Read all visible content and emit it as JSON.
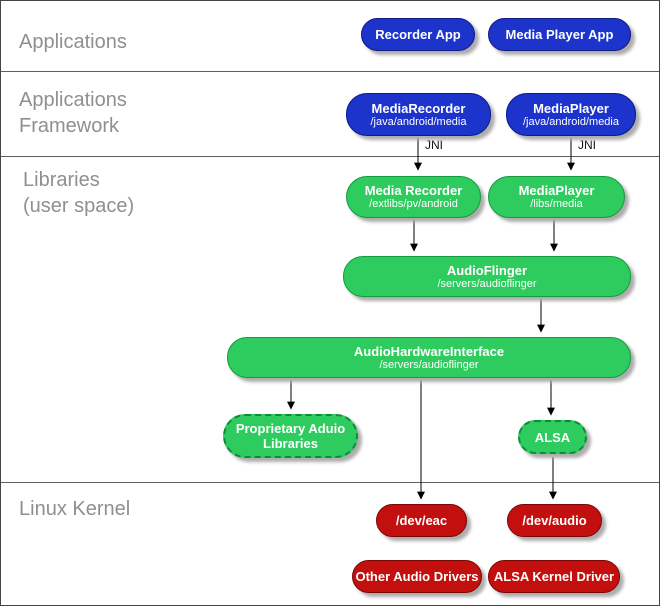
{
  "layers": [
    {
      "label": "Applications"
    },
    {
      "label": "Applications\n Framework"
    },
    {
      "label": " Libraries\n(user space)"
    },
    {
      "label": "Linux Kernel"
    }
  ],
  "jni": {
    "left": "JNI",
    "right": "JNI"
  },
  "nodes": {
    "recorder_app": {
      "title": "Recorder App"
    },
    "media_player_app": {
      "title": "Media Player App"
    },
    "media_recorder_framework": {
      "title": "MediaRecorder",
      "subtitle": "/java/android/media"
    },
    "media_player_framework": {
      "title": "MediaPlayer",
      "subtitle": "/java/android/media"
    },
    "media_recorder_lib": {
      "title": "Media Recorder",
      "subtitle": "/extlibs/pv/android"
    },
    "media_player_lib": {
      "title": "MediaPlayer",
      "subtitle": "/libs/media"
    },
    "audio_flinger": {
      "title": "AudioFlinger",
      "subtitle": "/servers/audioflinger"
    },
    "audio_hardware_interface": {
      "title": "AudioHardwareInterface",
      "subtitle": "/servers/audioflinger"
    },
    "proprietary_audio_libraries": {
      "title": "Proprietary Aduio\nLibraries"
    },
    "alsa": {
      "title": "ALSA"
    },
    "dev_eac": {
      "title": "/dev/eac"
    },
    "dev_audio": {
      "title": "/dev/audio"
    },
    "other_audio_drivers": {
      "title": "Other Audio Drivers"
    },
    "alsa_kernel_driver": {
      "title": "ALSA Kernel Driver"
    }
  },
  "colors": {
    "app_blue": "#1c33cc",
    "lib_green": "#2ecc5e",
    "kernel_red": "#c40f0f",
    "label_gray": "#8f8f8f"
  }
}
